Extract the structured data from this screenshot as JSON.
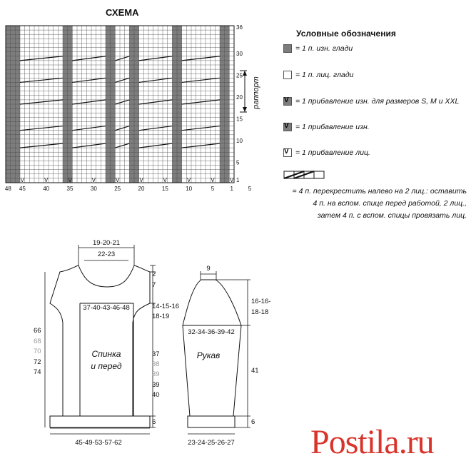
{
  "chart_title": "СХЕМА",
  "grid": {
    "rows": 36,
    "cols": 48,
    "dark_col_groups": [
      [
        48,
        48
      ],
      [
        47,
        46
      ],
      [
        36,
        35
      ],
      [
        27,
        26
      ],
      [
        22,
        21
      ],
      [
        13,
        12
      ],
      [
        3,
        2
      ]
    ],
    "row_labels": [
      "36",
      "30",
      "25",
      "20",
      "15",
      "10",
      "5",
      "1"
    ],
    "col_labels": [
      "48",
      "45",
      "40",
      "35",
      "30",
      "25",
      "20",
      "15",
      "10",
      "5",
      "1"
    ],
    "extra_col_label": "5",
    "rapport_label": "раппорт"
  },
  "legend": {
    "title": "Условные обозначения",
    "items": [
      {
        "symbol": "dark",
        "text": "= 1 п. изн. глади"
      },
      {
        "symbol": "light",
        "text": "= 1 п. лиц. глади"
      },
      {
        "symbol": "inc-purl-sizes",
        "text": "= 1 прибавление изн. для размеров S, M и XXL"
      },
      {
        "symbol": "inc-purl",
        "text": "= 1 прибавление изн."
      },
      {
        "symbol": "inc-knit",
        "text": "= 1 прибавление лиц."
      }
    ],
    "cable_text": "= 4 п. перекрестить налево на 2 лиц.: оставить 4 п. на вспом. спице перед работой, 2 лиц., затем 4 п. с вспом. спицы провязать лиц."
  },
  "body_pattern": {
    "label_line1": "Спинка",
    "label_line2": "и перед",
    "top_width_a": "19-20-21",
    "top_width_b": "22-23",
    "chest": "37-40-43-46-48",
    "bottom": "45-49-53-57-62",
    "right_2": "2",
    "right_7": "7",
    "right_armhole_a": "14-15-16",
    "right_armhole_b": "18-19",
    "right_side": [
      "37",
      "38",
      "39",
      "39",
      "40"
    ],
    "right_rib": "6",
    "left_total": [
      "66",
      "68",
      "70",
      "72",
      "74"
    ]
  },
  "sleeve_pattern": {
    "label": "Рукав",
    "top": "9",
    "cap_a": "16-16-",
    "cap_b": "18-18",
    "upper": "32-34-36-39-42",
    "length": "41",
    "cuff": "6",
    "bottom": "23-24-25-26-27"
  },
  "watermark": "Postila.ru",
  "colors": {
    "dark_cell": "#7d7d7d",
    "grid_line": "#444444",
    "accent": "#d9342b"
  }
}
